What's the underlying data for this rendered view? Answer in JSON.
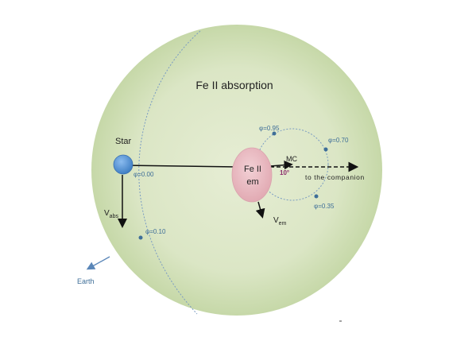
{
  "diagram": {
    "title": "Fe II absorption",
    "star_label": "Star",
    "emitter_label_line1": "Fe II",
    "emitter_label_line2": "em",
    "mc_label": "MC",
    "angle_label": "10°",
    "companion_label": "to the companion",
    "vabs_main": "V",
    "vabs_sub": "abs",
    "vem_main": "V",
    "vem_sub": "em",
    "earth_label": "Earth",
    "phases": {
      "p000": "φ=0.00",
      "p010": "φ=0.10",
      "p095": "φ=0.95",
      "p070": "φ=0.70",
      "p035": "φ=0.35"
    },
    "colors": {
      "halo_center": "#e3ebcf",
      "halo_edge": "#c4d6a6",
      "star": "#5a96d4",
      "emitter": "#e8b8c0",
      "phase_text": "#3e6e98",
      "angle_text": "#8a2a6a",
      "orbit_line": "#7a9cc2"
    }
  }
}
